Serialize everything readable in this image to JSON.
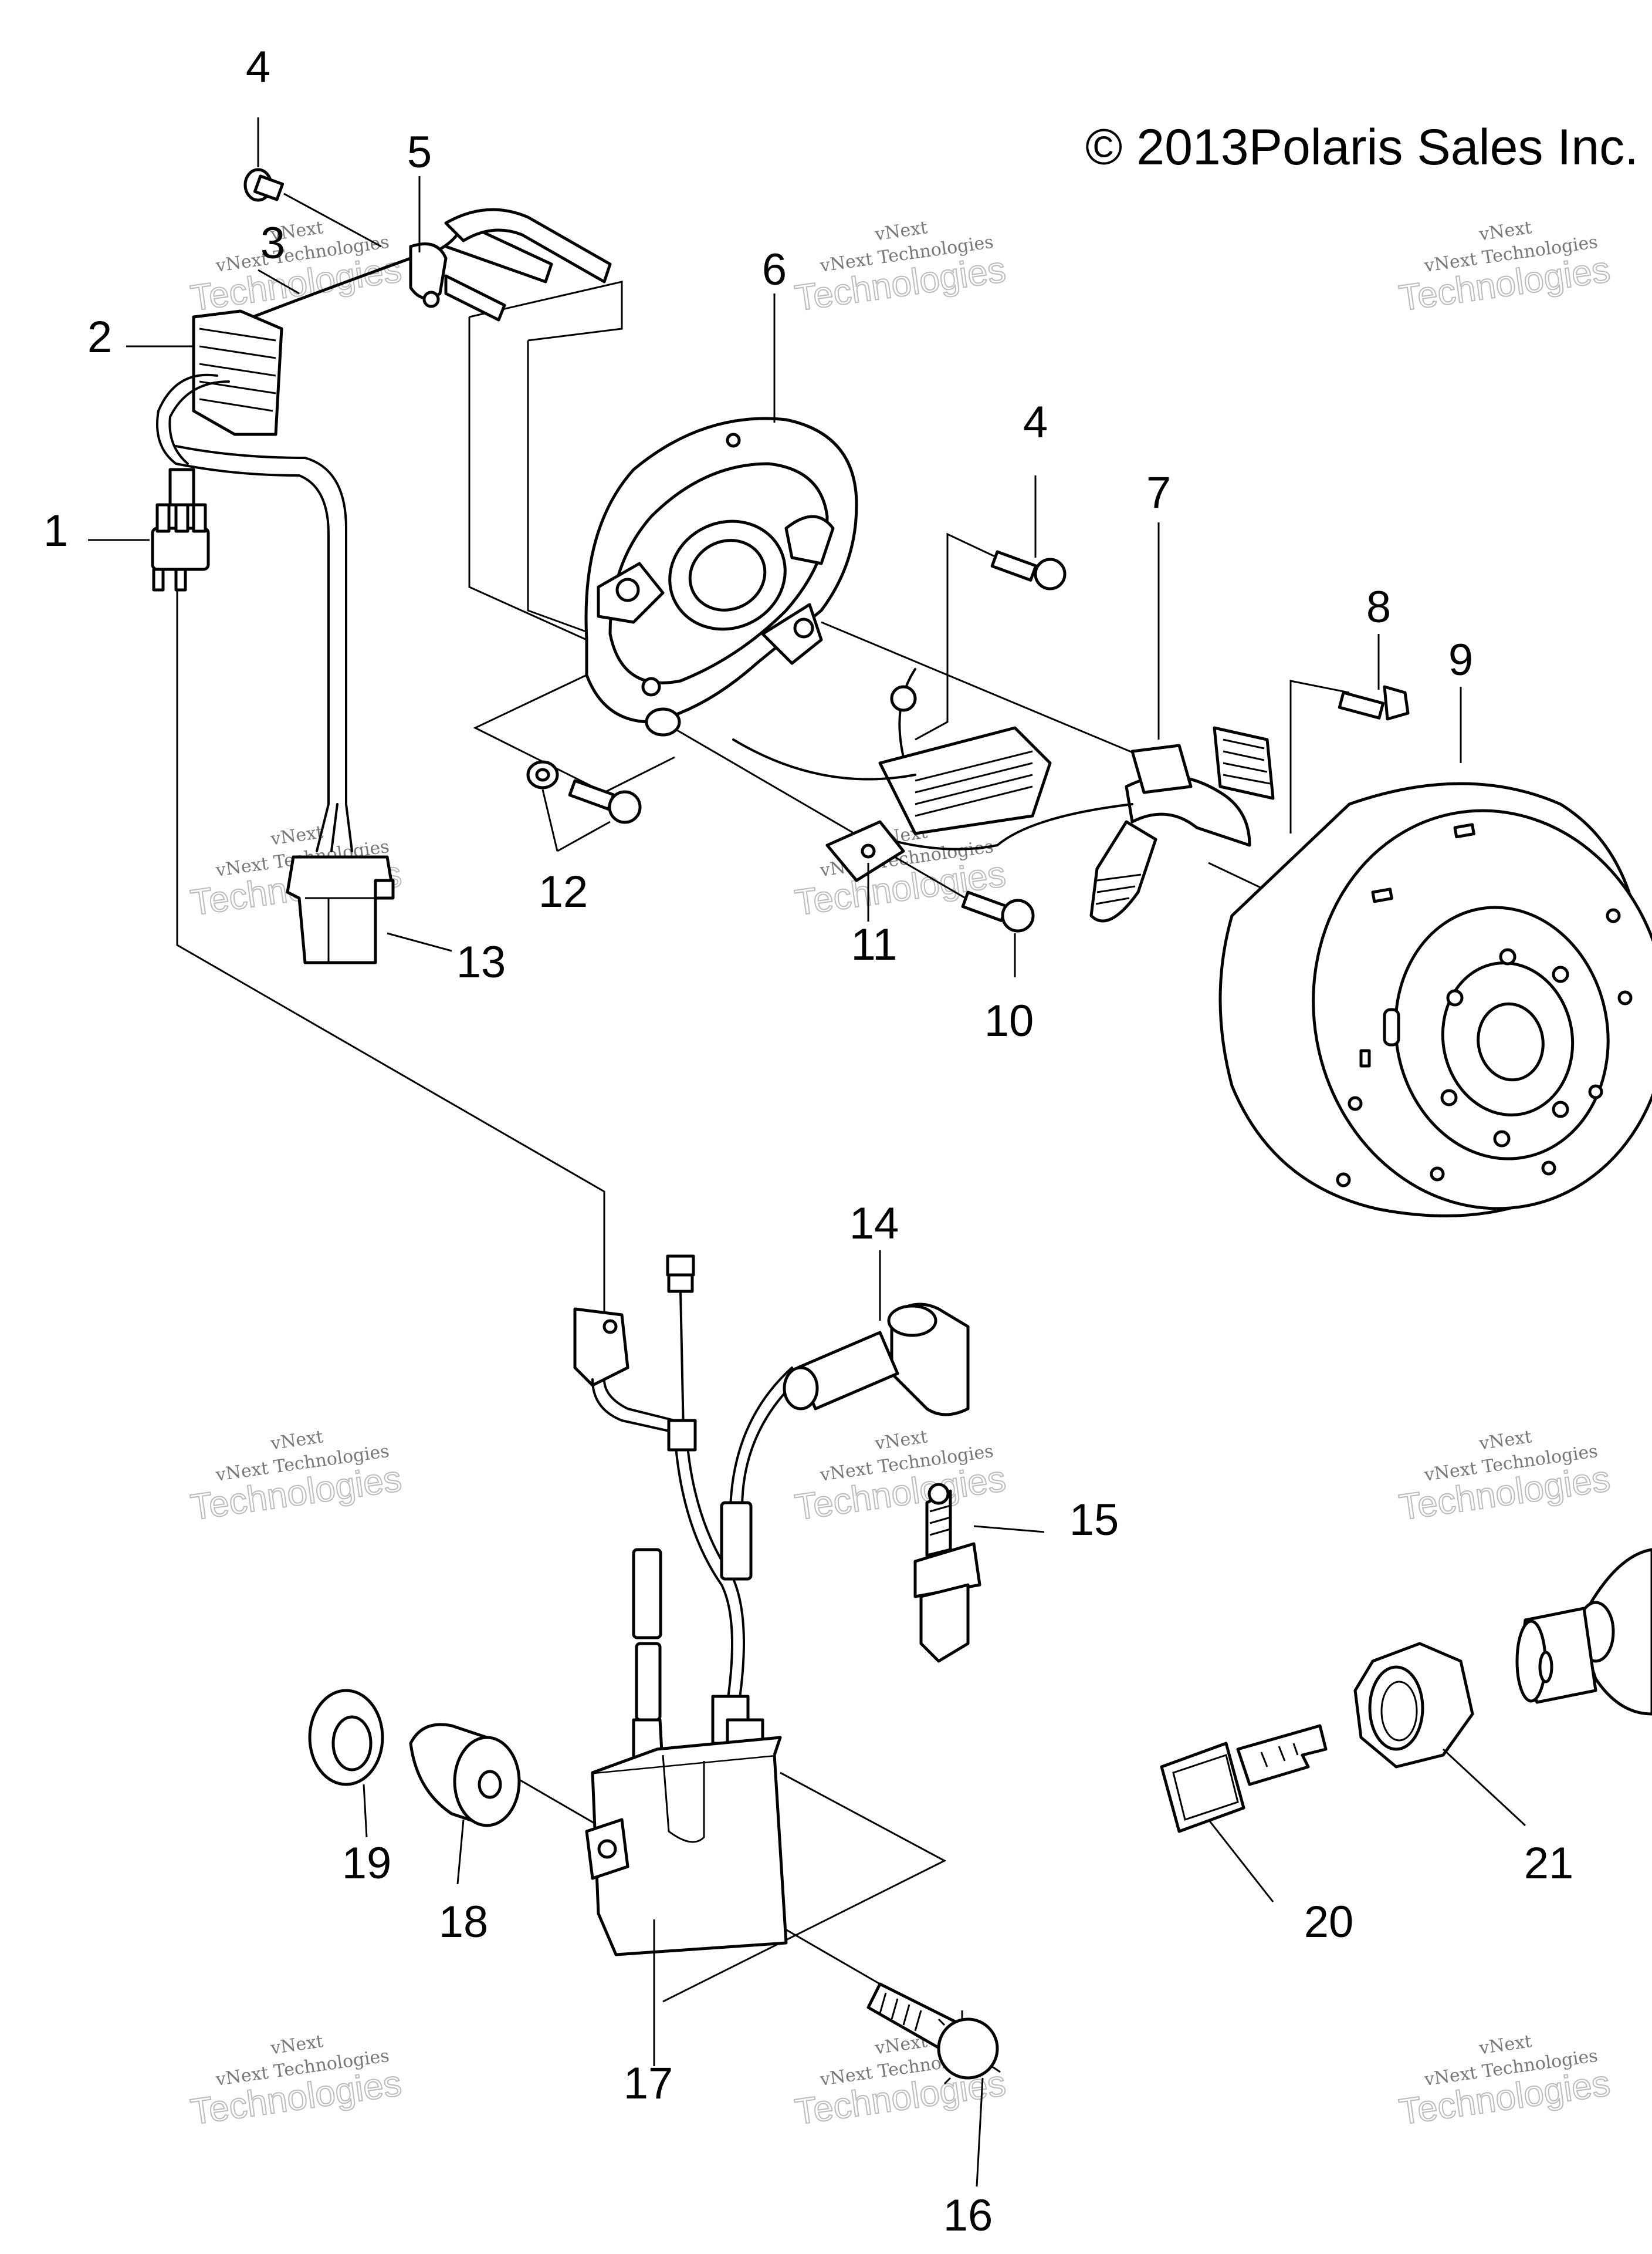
{
  "copyright": "© 2013Polaris Sales Inc.",
  "watermark": {
    "line1": "vNext",
    "line2": "vNext Technologies",
    "line3": "Technologies"
  },
  "callouts": [
    "1",
    "2",
    "3",
    "4",
    "4",
    "5",
    "6",
    "7",
    "8",
    "9",
    "10",
    "11",
    "12",
    "13",
    "14",
    "15",
    "16",
    "17",
    "18",
    "19",
    "20",
    "21"
  ]
}
